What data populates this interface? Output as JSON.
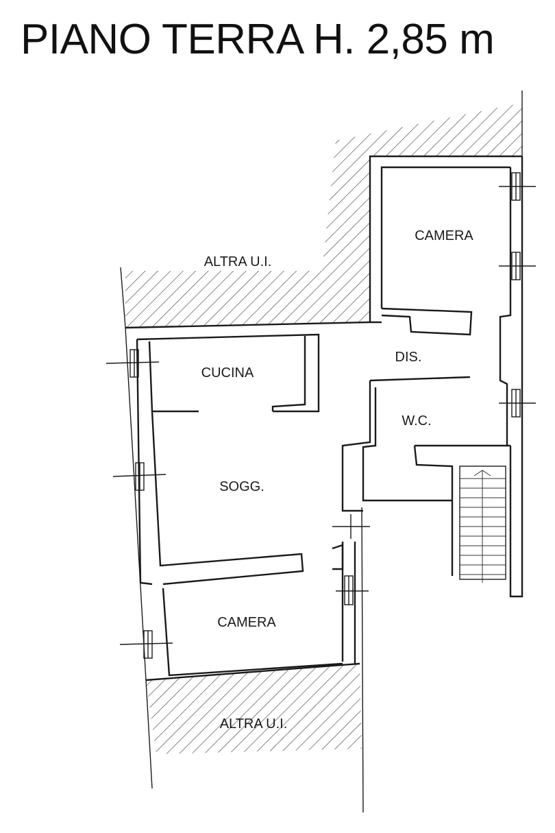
{
  "title": "PIANO TERRA H. 2,85 m",
  "rooms": {
    "altra_top": "ALTRA U.I.",
    "camera_top": "CAMERA",
    "cucina": "CUCINA",
    "dis": "DIS.",
    "wc": "W.C.",
    "sogg": "SOGG.",
    "camera_bottom": "CAMERA",
    "altra_bottom": "ALTRA U.I."
  }
}
